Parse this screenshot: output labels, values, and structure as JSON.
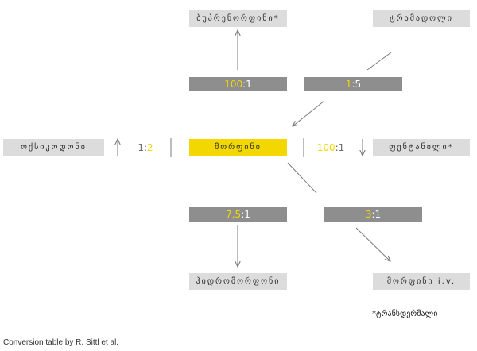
{
  "colors": {
    "node_fill": "#dcdcdc",
    "center_fill": "#f2d800",
    "ratio_fill": "#8e8e8e",
    "highlight": "#f2d800",
    "arrow": "#7a7a7a"
  },
  "nodes": {
    "buprenorphine": "ბუპრენორფინი*",
    "tramadol": "ტრამადოლი",
    "oxycodone": "ოქსიკოდონი",
    "morphine": "მორფინი",
    "fentanyl": "ფენტანილი*",
    "hydromorphone": "ჰიდრომორფონი",
    "morphine_iv": "მორფინი i.v."
  },
  "ratios": {
    "buprenorphine": {
      "left": "100",
      "sep": ":",
      "right": "1"
    },
    "tramadol": {
      "left": "1",
      "sep": ":",
      "right": "5"
    },
    "oxycodone": {
      "left": "1",
      "sep": ":",
      "right": "2"
    },
    "fentanyl": {
      "left": "100",
      "sep": ":",
      "right": "1"
    },
    "hydromorphone": {
      "left": "7,5",
      "sep": ":",
      "right": "1"
    },
    "morphine_iv": {
      "left": "3",
      "sep": ":",
      "right": "1"
    }
  },
  "footnote": "*ტრანსდერმალი",
  "footer": "Conversion table by R. Sittl et al."
}
